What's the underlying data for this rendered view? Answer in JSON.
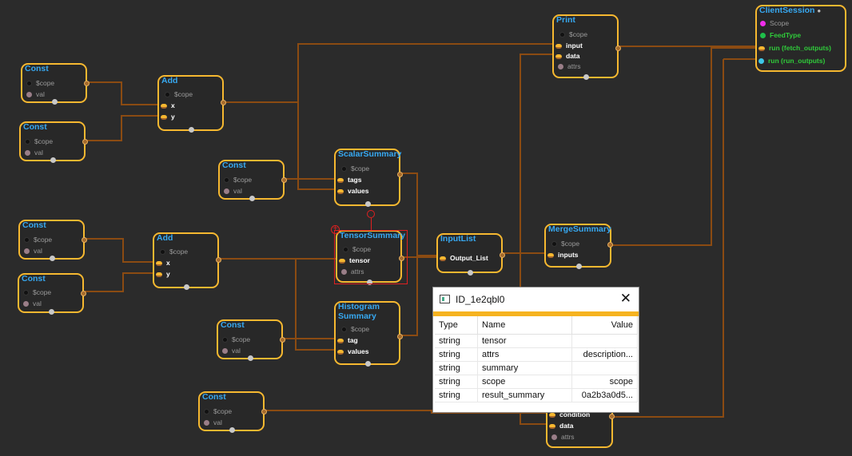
{
  "nodes": {
    "const1": {
      "title": "Const",
      "ports": [
        "$cope",
        "val"
      ]
    },
    "const2": {
      "title": "Const",
      "ports": [
        "$cope",
        "val"
      ]
    },
    "const3": {
      "title": "Const",
      "ports": [
        "$cope",
        "val"
      ]
    },
    "const4": {
      "title": "Const",
      "ports": [
        "$cope",
        "val"
      ]
    },
    "const5": {
      "title": "Const",
      "ports": [
        "$cope",
        "val"
      ]
    },
    "const6": {
      "title": "Const",
      "ports": [
        "$cope",
        "val"
      ]
    },
    "const7": {
      "title": "Const",
      "ports": [
        "$cope",
        "val"
      ]
    },
    "add1": {
      "title": "Add",
      "ports": [
        "$cope",
        "x",
        "y"
      ]
    },
    "add2": {
      "title": "Add",
      "ports": [
        "$cope",
        "x",
        "y"
      ]
    },
    "scalar_summary": {
      "title": "ScalarSummary",
      "ports": [
        "$cope",
        "tags",
        "values"
      ]
    },
    "tensor_summary": {
      "title": "TensorSummary",
      "ports": [
        "$cope",
        "tensor",
        "attrs"
      ]
    },
    "histogram_summary": {
      "title_line1": "Histogram",
      "title_line2": "Summary",
      "ports": [
        "$cope",
        "tag",
        "values"
      ]
    },
    "input_list": {
      "title": "InputList",
      "ports": [
        "Output_List"
      ]
    },
    "merge_summary": {
      "title": "MergeSummary",
      "ports": [
        "$cope",
        "inputs"
      ]
    },
    "print": {
      "title": "Print",
      "ports": [
        "$cope",
        "input",
        "data",
        "attrs"
      ]
    },
    "client_session": {
      "title": "ClientSession",
      "ports": [
        "Scope",
        "FeedType",
        "run (fetch_outputs)",
        "run (run_outputs)"
      ]
    },
    "bottom_node": {
      "ports": [
        "condition",
        "data",
        "attrs"
      ]
    }
  },
  "panel": {
    "title": "ID_1e2qbl0",
    "columns": [
      "Type",
      "Name",
      "Value"
    ],
    "rows": [
      [
        "string",
        "tensor",
        ""
      ],
      [
        "string",
        "attrs",
        "description..."
      ],
      [
        "string",
        "summary",
        ""
      ],
      [
        "string",
        "scope",
        "scope"
      ],
      [
        "string",
        "result_summary",
        "0a2b3a0d5..."
      ]
    ],
    "close_label": "✕"
  },
  "colors": {
    "background": "#2b2b2b",
    "node_border": "#f6b830",
    "wire": "#8a4a12",
    "title": "#37a9f2",
    "selection": "#e02020"
  }
}
